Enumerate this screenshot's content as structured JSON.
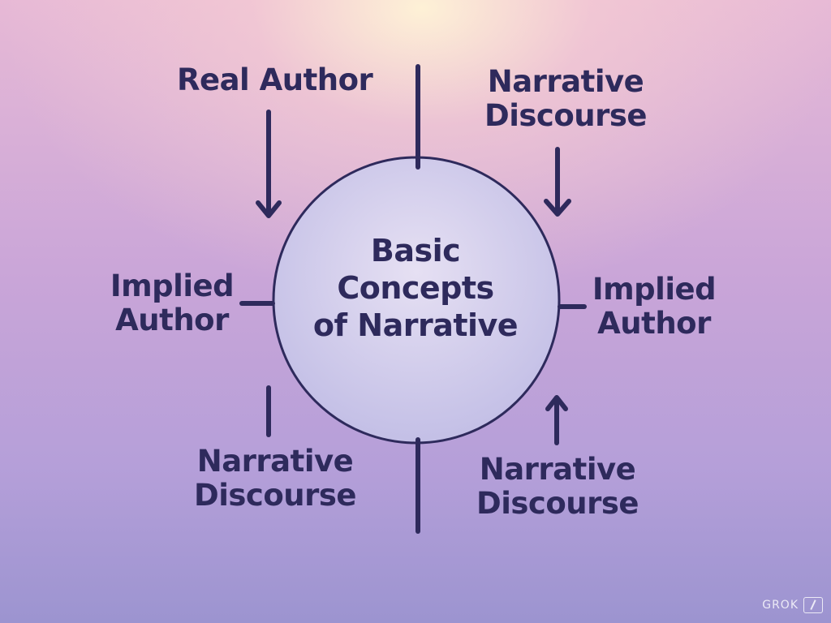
{
  "diagram": {
    "center": {
      "line1": "Basic",
      "line2": "Concepts",
      "line3": "of Narrative"
    },
    "top_left": {
      "line1": "Real Author"
    },
    "top_right": {
      "line1": "Narrative",
      "line2": "Discourse"
    },
    "mid_left": {
      "line1": "Implied",
      "line2": "Author"
    },
    "mid_right": {
      "line1": "Implied",
      "line2": "Author"
    },
    "bottom_left": {
      "line1": "Narrative",
      "line2": "Discourse"
    },
    "bottom_right": {
      "line1": "Narrative",
      "line2": "Discourse"
    }
  },
  "watermark": {
    "text": "GROK",
    "icon": "grok-slash-icon"
  },
  "colors": {
    "ink": "#2e2a5c",
    "circle_fill": "#d9d3ee"
  }
}
